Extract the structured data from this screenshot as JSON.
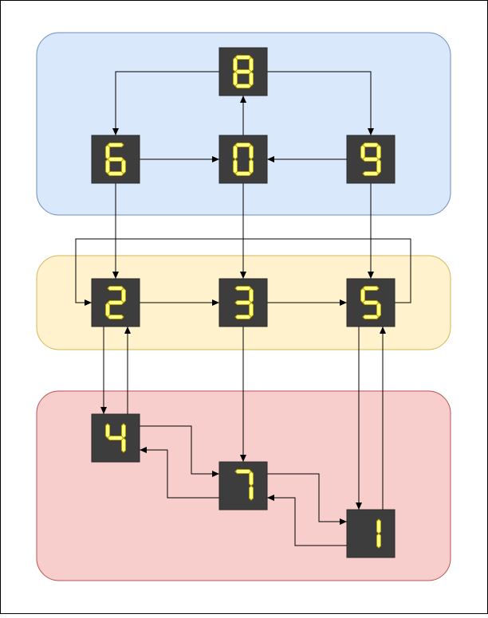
{
  "colors": {
    "page_background": "#ffffff",
    "page_border": "#000000",
    "node_fill": "#3d3d3d",
    "digit_on": "#ffff88",
    "digit_stroke": "#b8a000",
    "arrow": "#000000",
    "group_blue_fill": "#dae8fc",
    "group_blue_stroke": "#6c8ebf",
    "group_yellow_fill": "#fff2cc",
    "group_yellow_stroke": "#d6b656",
    "group_red_fill": "#f8cecc",
    "group_red_stroke": "#b85450"
  },
  "groups": [
    {
      "id": "top",
      "color": "blue"
    },
    {
      "id": "middle",
      "color": "yellow"
    },
    {
      "id": "bottom",
      "color": "red"
    }
  ],
  "nodes": [
    {
      "id": "n8",
      "digit": "8",
      "group": "top"
    },
    {
      "id": "n6",
      "digit": "6",
      "group": "top"
    },
    {
      "id": "n0",
      "digit": "0",
      "group": "top"
    },
    {
      "id": "n9",
      "digit": "9",
      "group": "top"
    },
    {
      "id": "n2",
      "digit": "2",
      "group": "middle"
    },
    {
      "id": "n3",
      "digit": "3",
      "group": "middle"
    },
    {
      "id": "n5",
      "digit": "5",
      "group": "middle"
    },
    {
      "id": "n4",
      "digit": "4",
      "group": "bottom"
    },
    {
      "id": "n7",
      "digit": "7",
      "group": "bottom"
    },
    {
      "id": "n1",
      "digit": "1",
      "group": "bottom"
    }
  ],
  "edges": [
    {
      "from": "8",
      "to": "6"
    },
    {
      "from": "8",
      "to": "9"
    },
    {
      "from": "6",
      "to": "0"
    },
    {
      "from": "9",
      "to": "0"
    },
    {
      "from": "0",
      "to": "8"
    },
    {
      "from": "6",
      "to": "2"
    },
    {
      "from": "0",
      "to": "3"
    },
    {
      "from": "9",
      "to": "5"
    },
    {
      "from": "2",
      "to": "3"
    },
    {
      "from": "3",
      "to": "5"
    },
    {
      "from": "5",
      "to": "2"
    },
    {
      "from": "2",
      "to": "4"
    },
    {
      "from": "4",
      "to": "2"
    },
    {
      "from": "3",
      "to": "7"
    },
    {
      "from": "5",
      "to": "1"
    },
    {
      "from": "1",
      "to": "5"
    },
    {
      "from": "4",
      "to": "7"
    },
    {
      "from": "7",
      "to": "4"
    },
    {
      "from": "7",
      "to": "1"
    },
    {
      "from": "1",
      "to": "7"
    }
  ]
}
